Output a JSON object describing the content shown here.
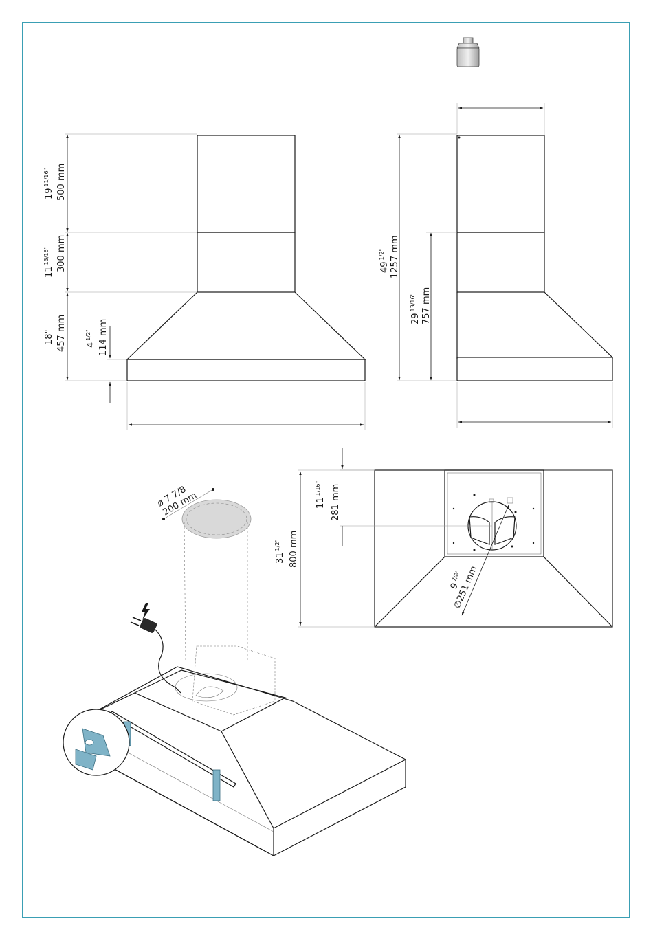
{
  "dims": {
    "chimney_upper_in": "19",
    "chimney_upper_in_frac": "11/16\"",
    "chimney_upper_mm": "500 mm",
    "chimney_lower_in": "11",
    "chimney_lower_in_frac": "13/16\"",
    "chimney_lower_mm": "300 mm",
    "hood_height_in": "18\"",
    "hood_height_mm": "457 mm",
    "front_edge_in": "4",
    "front_edge_in_frac": "1/2\"",
    "front_edge_mm": "114 mm",
    "total_height_in": "49",
    "total_height_in_frac": "1/2\"",
    "total_height_mm": "1257 mm",
    "min_height_in": "29",
    "min_height_in_frac": "13/16\"",
    "min_height_mm": "757 mm",
    "duct_offset_in": "11",
    "duct_offset_in_frac": "1/16\"",
    "duct_offset_mm": "281 mm",
    "depth_in": "31",
    "depth_in_frac": "1/2\"",
    "depth_mm": "800 mm",
    "outlet_dia_in": "9",
    "outlet_dia_in_frac": "7/8\"",
    "outlet_dia_mm": "∅251 mm",
    "duct_dia_in": "ø 7 7/8",
    "duct_dia_mm": "200 mm"
  },
  "icons": {
    "weight": "weight-icon",
    "power": "lightning-icon"
  },
  "colors": {
    "frame": "#3a9fb4",
    "bracket": "#7fb3c7",
    "duct_fill": "#d9d9d9"
  }
}
